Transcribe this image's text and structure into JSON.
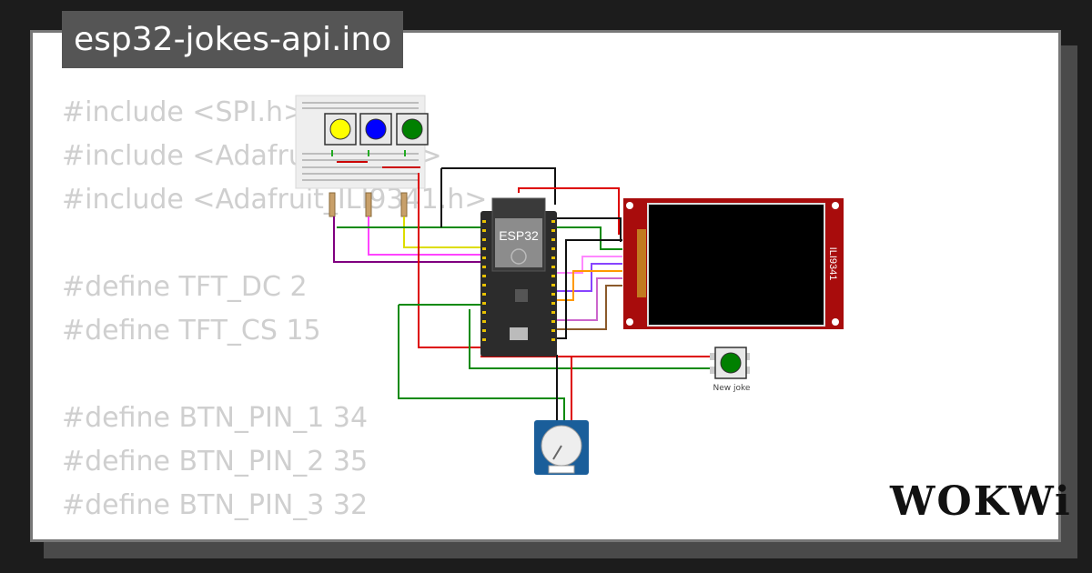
{
  "file_title": "esp32-jokes-api.ino",
  "code_lines": [
    "#include <SPI.h>",
    "#include <Adafruit_GFX.h>",
    "#include <Adafruit_ILI9341.h>",
    "",
    "#define TFT_DC 2",
    "#define TFT_CS 15",
    "",
    "#define BTN_PIN_1 34",
    "#define BTN_PIN_2 35",
    "#define BTN_PIN_3 32"
  ],
  "diagram": {
    "mcu_label": "ESP32",
    "display_label": "ILI9341",
    "button_label": "New joke",
    "button_colors": [
      "#ffff00",
      "#0000ff",
      "#008000"
    ],
    "new_joke_button_color": "#008000"
  },
  "brand": "WOKWi"
}
